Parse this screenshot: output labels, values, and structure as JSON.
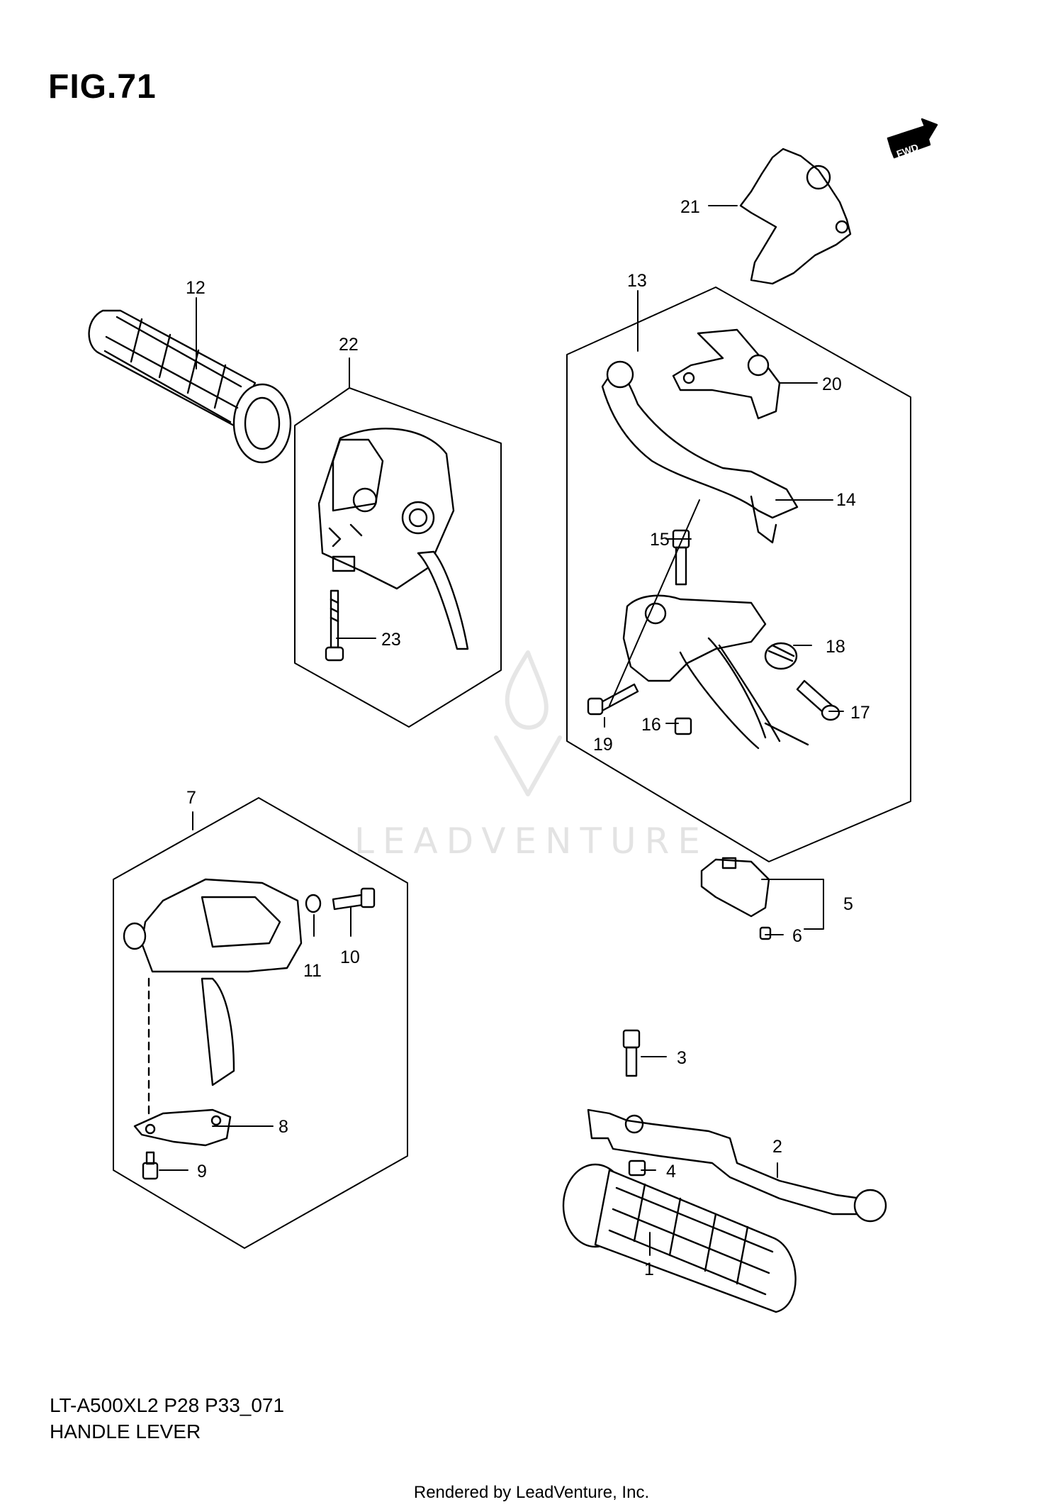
{
  "figure_title": "FIG.71",
  "model_code": "LT-A500XL2 P28 P33_071",
  "section_name": "HANDLE LEVER",
  "render_credit": "Rendered by LeadVenture, Inc.",
  "watermark_text": "LEADVENTURE",
  "fwd_label": "FWD",
  "callouts": [
    "1",
    "2",
    "3",
    "4",
    "5",
    "6",
    "7",
    "8",
    "9",
    "10",
    "11",
    "12",
    "13",
    "14",
    "15",
    "16",
    "17",
    "18",
    "19",
    "20",
    "21",
    "22",
    "23"
  ]
}
